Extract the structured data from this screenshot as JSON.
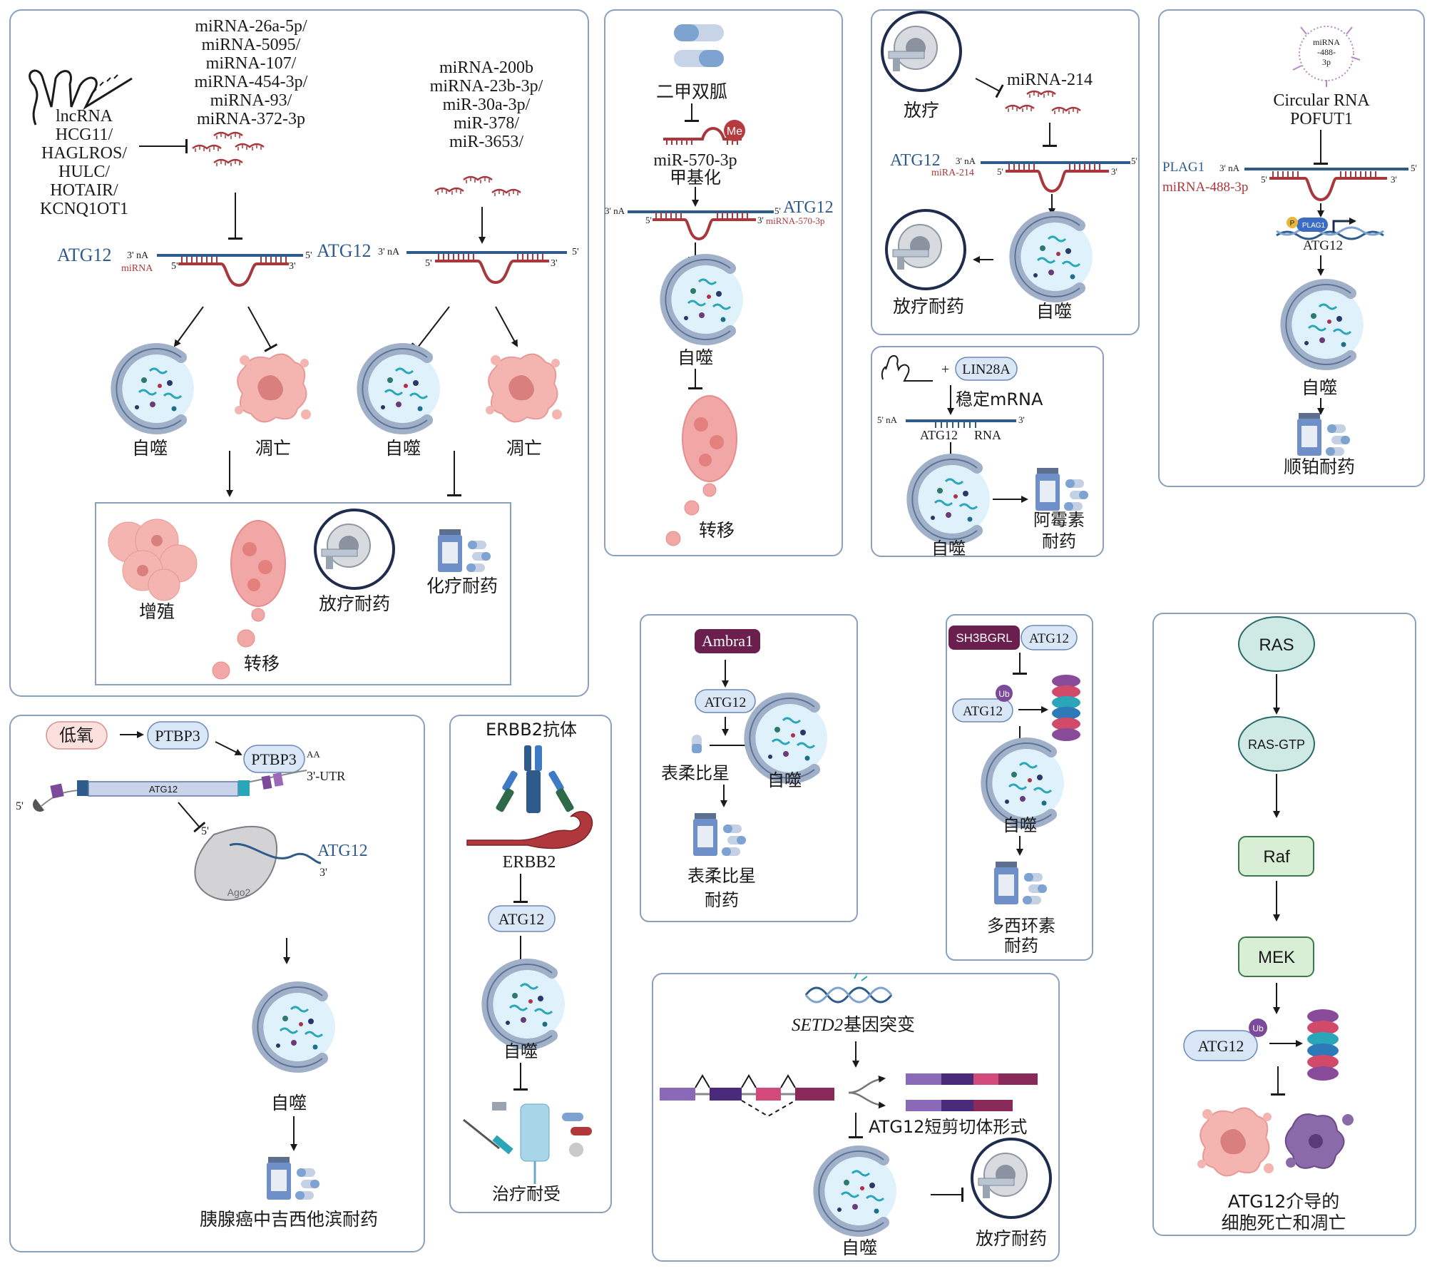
{
  "colors": {
    "panel_border": "#8aa0bd",
    "mrna": "#2e5a8c",
    "mirna": "#a8383c",
    "cell": "#f2a7a7",
    "pill": "#7fa3d0",
    "green_node": "#d8efd6",
    "teal_node": "#cfe9e4"
  },
  "p1": {
    "mirna_list_1": [
      "miRNA-26a-5p/",
      "miRNA-5095/",
      "miRNA-107/",
      "miRNA-454-3p/",
      "miRNA-93/",
      "miRNA-372-3p"
    ],
    "lnc_list": [
      "lncRNA",
      "HCG11/",
      "HAGLROS/",
      "HULC/",
      "HOTAIR/",
      "KCNQ1OT1"
    ],
    "mirna_list_2": [
      "miRNA-200b",
      "miRNA-23b-3p/",
      "miR-30a-3p/",
      "miR-378/",
      "miR-3653/"
    ],
    "atg12": "ATG12",
    "nA3": "3' nA",
    "mirna_lbl": "miRNA",
    "p5": "5'",
    "p3": "3'",
    "autophagy": "自噬",
    "apoptosis": "凋亡",
    "proliferation": "增殖",
    "metastasis": "转移",
    "radio_res": "放疗耐药",
    "chemo_res": "化疗耐药"
  },
  "p2": {
    "drug": "二甲双胍",
    "me": "Me",
    "mir": "miR-570-3p",
    "methyl": "甲基化",
    "atg12": "ATG12",
    "mir_red": "miRNA-570-3p",
    "nA3": "3' nA",
    "p5": "5'",
    "p3": "3'",
    "autophagy": "自噬",
    "metastasis": "转移"
  },
  "p3": {
    "radio": "放疗",
    "mir": "miRNA-214",
    "atg12": "ATG12",
    "mir_red": "miRA-214",
    "nA3": "3' nA",
    "p5": "5'",
    "p3": "3'",
    "radio_res": "放疗耐药",
    "autophagy": "自噬"
  },
  "p4": {
    "plus": "+",
    "lin": "LIN28A",
    "stab": "稳定mRNA",
    "nA5": "5' nA",
    "p3": "3'",
    "atg12": "ATG12",
    "rna": "RNA",
    "autophagy": "自噬",
    "dox1": "阿霉素",
    "dox2": "耐药"
  },
  "p5": {
    "circ_small": [
      "miRNA",
      "-488-",
      "3p"
    ],
    "circ1": "Circular RNA",
    "circ2": "POFUT1",
    "plag1": "PLAG1",
    "mir_red": "miRNA-488-3p",
    "nA3": "3' nA",
    "p5": "5'",
    "p3": "3'",
    "p_badge": "P",
    "plag1_small": "PLAG1",
    "atg12": "ATG12",
    "autophagy": "自噬",
    "cis_res": "顺铂耐药"
  },
  "p6": {
    "hypoxia": "低氧",
    "ptbp3": "PTBP3",
    "ptbp3b": "PTBP3",
    "aa": "AA",
    "utr": "3'-UTR",
    "p5": "5'",
    "atg12_box": "ATG12",
    "p5b": "5'",
    "atg12": "ATG12",
    "p3": "3'",
    "ago2": "Ago2",
    "autophagy": "自噬",
    "gem_res": "胰腺癌中吉西他滨耐药"
  },
  "p7": {
    "ab": "ERBB2抗体",
    "erbb2": "ERBB2",
    "atg12": "ATG12",
    "autophagy": "自噬",
    "res": "治疗耐受"
  },
  "p8": {
    "ambra": "Ambra1",
    "atg12": "ATG12",
    "drug": "表柔比星",
    "autophagy": "自噬",
    "res1": "表柔比星",
    "res2": "耐药"
  },
  "p9": {
    "sh3": "SH3BGRL",
    "atg12a": "ATG12",
    "ub": "Ub",
    "atg12b": "ATG12",
    "autophagy": "自噬",
    "res1": "多西环素",
    "res2": "耐药"
  },
  "p10": {
    "gene_italic": "SETD2",
    "gene_rest": "基因突变",
    "short": "ATG12短剪切体形式",
    "autophagy": "自噬",
    "radio_res": "放疗耐药"
  },
  "p11": {
    "ras": "RAS",
    "rasgtp": "RAS-GTP",
    "raf": "Raf",
    "mek": "MEK",
    "atg12": "ATG12",
    "ub": "Ub",
    "death1": "ATG12介导的",
    "death2": "细胞死亡和凋亡"
  }
}
